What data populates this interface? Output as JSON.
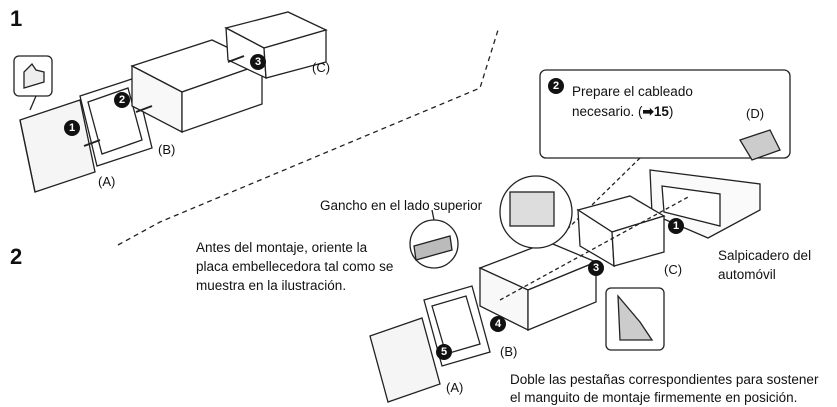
{
  "steps": {
    "one": "1",
    "two": "2"
  },
  "parts": {
    "a1": "(A)",
    "b1": "(B)",
    "c1": "(C)",
    "a2": "(A)",
    "b2": "(B)",
    "c2": "(C)",
    "d": "(D)"
  },
  "markers": {
    "m1": "1",
    "m2": "2",
    "m3": "3",
    "m4": "4",
    "m5": "5"
  },
  "callout": {
    "line1": "Prepare el cableado",
    "line2": "necesario. (",
    "ref": "15",
    "close": ")"
  },
  "texts": {
    "hook": "Gancho en el lado superior",
    "orient1": "Antes del montaje, oriente la",
    "orient2": "placa embellecedora tal como se",
    "orient3": "muestra en la ilustración.",
    "dash1": "Salpicadero del",
    "dash2": "automóvil",
    "bend1": "Doble las pestañas correspondientes para sostener",
    "bend2": "el manguito de montaje firmemente en posición."
  }
}
